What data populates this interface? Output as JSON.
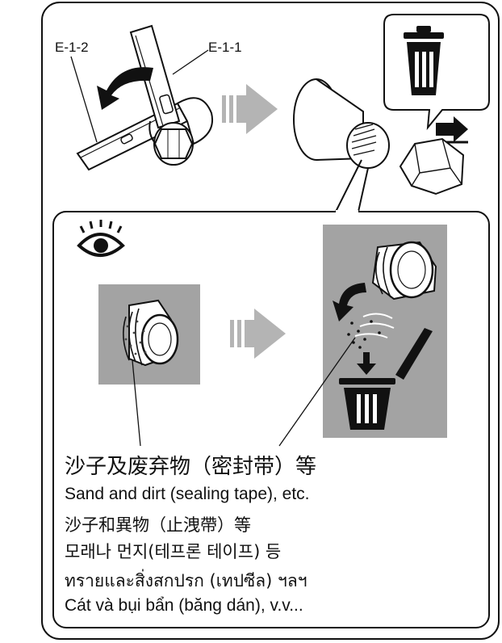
{
  "labels": {
    "wrench_left": "E-1-2",
    "wrench_right": "E-1-1"
  },
  "captions": [
    "沙子及废弃物（密封带）等",
    "Sand and dirt (sealing tape), etc.",
    "沙子和異物（止洩帶）等",
    "모래나 먼지(테프론 테이프) 등",
    "ทรายและสิ่งสกปรก (เทปซีล) ฯลฯ",
    "Cát và bụi bẩn (băng dán), v.v..."
  ],
  "icons": [
    "wrench-icon",
    "arrow-right-icon",
    "trash-can-icon",
    "eye-icon",
    "hex-cap-icon",
    "threaded-pipe-icon"
  ],
  "colors": {
    "panel_gray": "#a3a3a3",
    "arrow_gray": "#b4b4b4",
    "line": "#111111"
  }
}
